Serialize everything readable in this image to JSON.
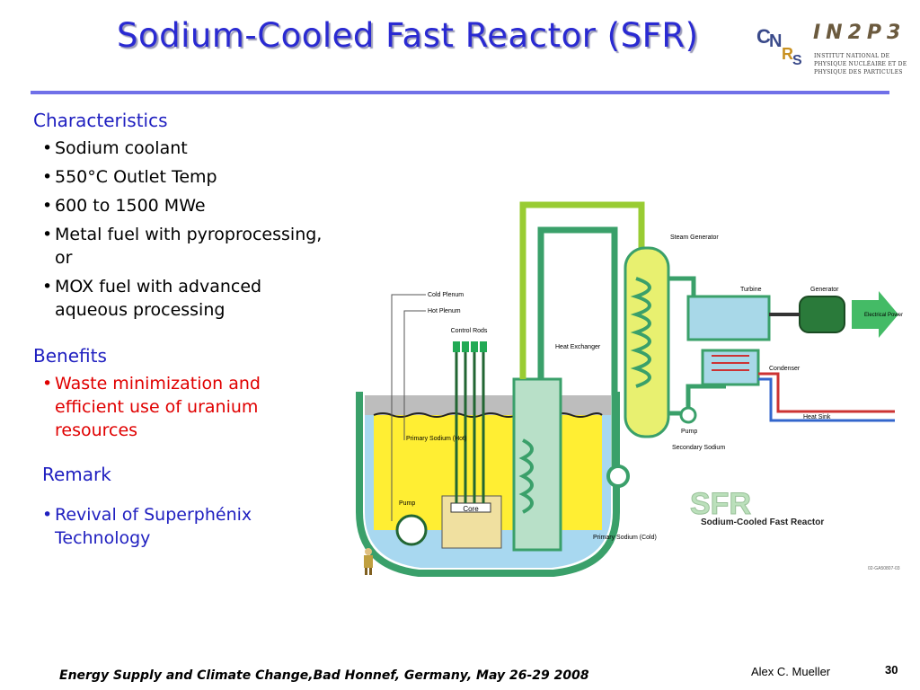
{
  "slide": {
    "title": "Sodium-Cooled Fast Reactor (SFR)",
    "logo": {
      "cnrs": "CNRS",
      "in2p3": "IN2P3",
      "in2p3_subtitle": "Institut National de Physique Nucléaire et de Physique des Particules"
    },
    "characteristics": {
      "heading": "Characteristics",
      "items": [
        "Sodium coolant",
        "550°C Outlet Temp",
        "600 to 1500 MWe",
        "Metal fuel with pyroprocessing, or",
        "MOX fuel with advanced aqueous processing"
      ]
    },
    "benefits": {
      "heading": "Benefits",
      "items": [
        "Waste minimization and efficient use of uranium resources"
      ]
    },
    "remark": {
      "heading": "Remark",
      "items": [
        "Revival of Superphénix Technology"
      ]
    },
    "diagram": {
      "labels": {
        "cold_plenum": "Cold Plenum",
        "hot_plenum": "Hot Plenum",
        "control_rods": "Control Rods",
        "heat_exchanger": "Heat Exchanger",
        "steam_generator": "Steam Generator",
        "turbine": "Turbine",
        "generator": "Generator",
        "electrical_power": "Electrical Power",
        "condenser": "Condenser",
        "heat_sink": "Heat Sink",
        "pump": "Pump",
        "secondary_sodium": "Secondary Sodium",
        "primary_sodium_hot": "Primary Sodium (Hot)",
        "primary_sodium_cold": "Primary Sodium (Cold)",
        "core": "Core",
        "sfr_logo": "SFR",
        "sfr_caption": "Sodium-Cooled Fast Reactor",
        "figure_id": "02-GA50807-03"
      }
    },
    "footer": {
      "event": "Energy Supply and Climate Change,Bad Honnef, Germany, May 26-29 2008",
      "author": "Alex C. Mueller",
      "page": "30"
    },
    "colors": {
      "title": "#2a2ad2",
      "heading": "#2020c0",
      "benefit_text": "#e00000",
      "remark_text": "#2020c0",
      "primary_sodium": "#ffee33",
      "cold_sodium": "#a8d8f0",
      "vessel": "#3aa06a"
    }
  }
}
